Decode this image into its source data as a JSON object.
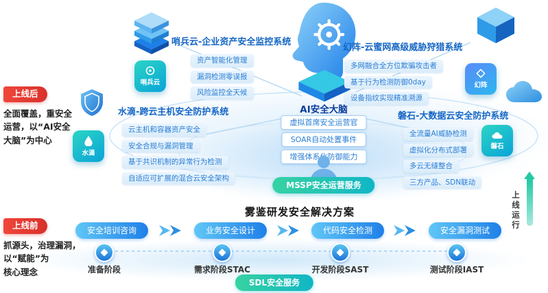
{
  "phase_after": {
    "badge": "上线后",
    "note": "全面覆盖，重安全\n运营，以“AI安全\n大脑”为中心"
  },
  "phase_before": {
    "badge": "上线前",
    "note": "抓源头，治理漏洞，\n以“赋能”为\n核心理念"
  },
  "ai_brain": {
    "title": "AI安全大脑",
    "items": [
      "虚拟首席安全运营官",
      "SOAR自动处置事件",
      "增强体系化防御能力"
    ],
    "mssp": "MSSP安全运营服务"
  },
  "systems": {
    "sentinel": {
      "title": "哨兵云-企业资产安全监控系统",
      "logo": "哨兵云",
      "items": [
        "资产智能化管理",
        "漏洞检测零误报",
        "风险监控全天候"
      ]
    },
    "huanzhen": {
      "title": "幻阵-云蜜网高级威胁狩猎系统",
      "logo": "幻阵",
      "items": [
        "多网融合全方位欺骗攻击者",
        "基于行为检测防御0day",
        "设备指纹实现精准溯源"
      ]
    },
    "shuidi": {
      "title": "水滴-跨云主机安全防护系统",
      "logo": "水滴",
      "items": [
        "云主机和容器资产安全",
        "安全合规与漏洞管理",
        "基于共识机制的异常行为检测",
        "自适应可扩展的混合云安全架构"
      ]
    },
    "panshi": {
      "title": "磐石-大数据云安全防护系统",
      "logo": "磐石",
      "items": [
        "全流量AI威胁检测",
        "虚拟化分布式部署",
        "多云无缝整合",
        "三方产品、SDN联动"
      ]
    }
  },
  "sdl": {
    "title": "雾鉴研发安全解决方案",
    "steps": [
      "安全培训咨询",
      "业务安全设计",
      "代码安全检测",
      "安全漏洞测试"
    ],
    "stages": [
      "准备阶段",
      "需求阶段STAC",
      "开发阶段SAST",
      "测试阶段IAST"
    ],
    "service": "SDL安全服务"
  },
  "right_flow": {
    "label": "上线运行"
  },
  "colors": {
    "accent_blue": "#1F7FE8",
    "accent_teal": "#12B9C2",
    "accent_red": "#E0392E",
    "title_blue": "#1566C4"
  }
}
